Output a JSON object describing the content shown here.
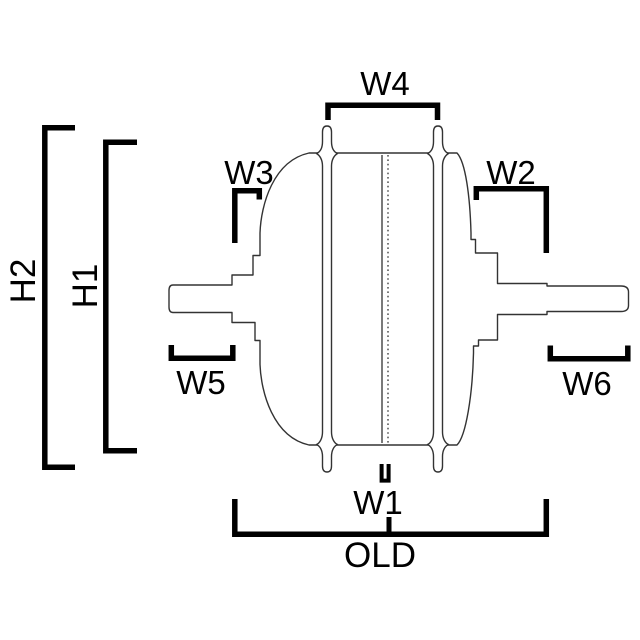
{
  "diagram": {
    "type": "hub-motor-dimension-drawing",
    "labels": {
      "h2": "H2",
      "h1": "H1",
      "w1": "W1",
      "w2": "W2",
      "w3": "W3",
      "w4": "W4",
      "w5": "W5",
      "w6": "W6",
      "old": "OLD"
    },
    "colors": {
      "background": "#ffffff",
      "outline": "#333333",
      "dimension_lines": "#000000",
      "text": "#000000"
    }
  }
}
